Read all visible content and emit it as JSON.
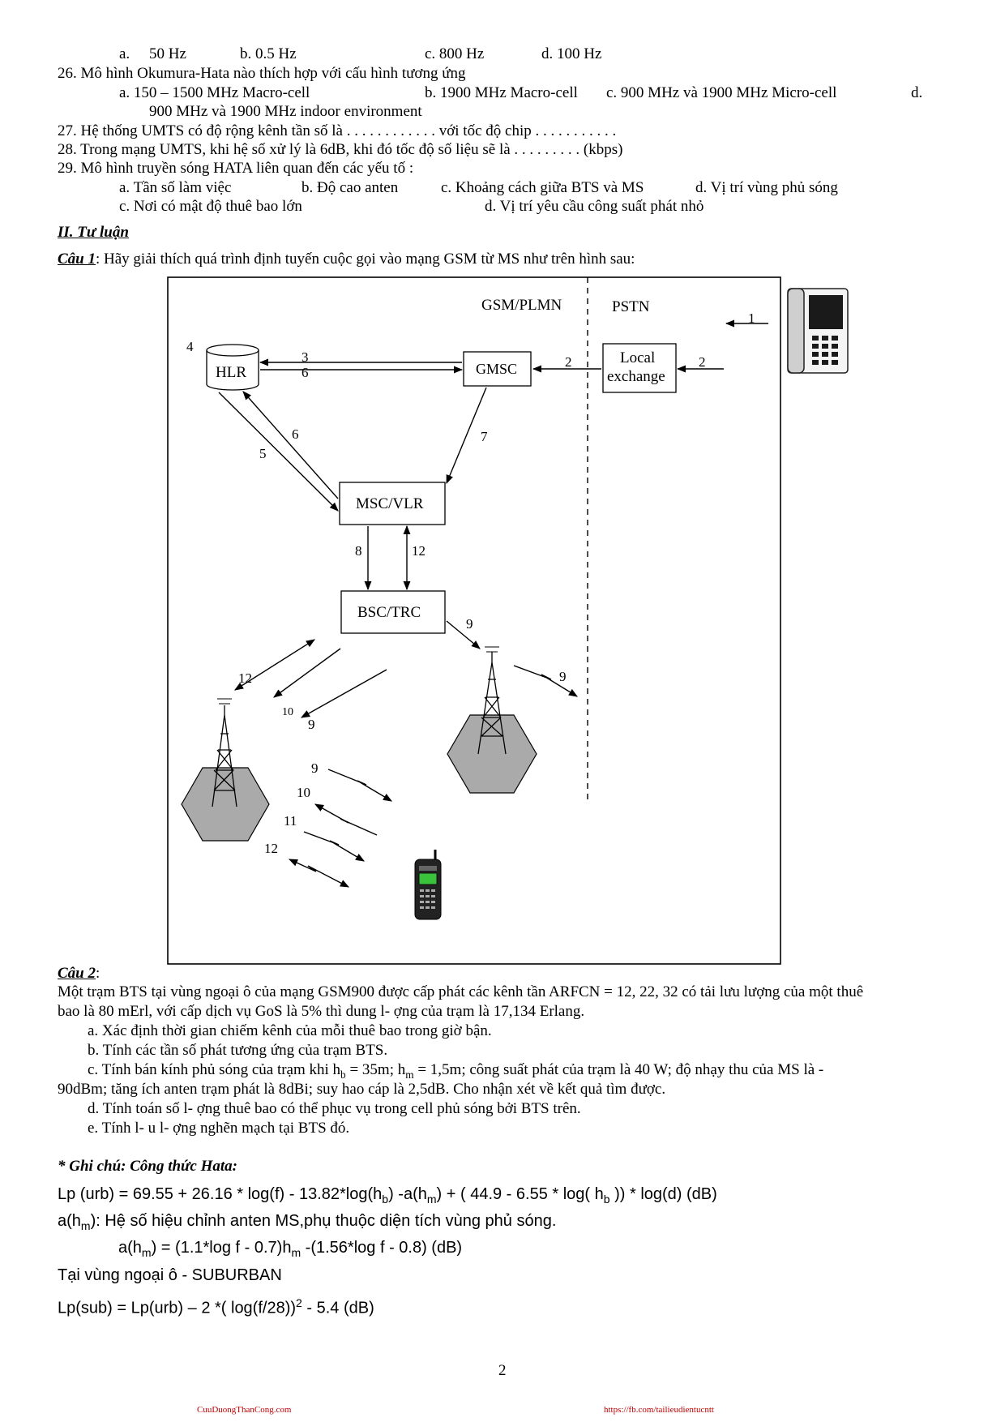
{
  "q25_options": [
    "a.",
    "50 Hz",
    "b. 0.5 Hz",
    "c. 800 Hz",
    "d. 100 Hz"
  ],
  "q26": {
    "title": "26.  Mô hình Okumura-Hata nào thích hợp với cấu hình tương ứng",
    "a": "a.     150 – 1500 MHz Macro-cell",
    "b": "b. 1900 MHz Macro-cell",
    "c": "c. 900 MHz và 1900 MHz Micro-cell",
    "d": "d.",
    "d_cont": "900 MHz và 1900 MHz indoor environment"
  },
  "q27": "27.  Hệ thống UMTS có độ rộng kênh tần số là . . . . . . . . . . . .  với tốc độ chip . . . . . . . . . . .",
  "q28": "28.  Trong mạng UMTS, khi hệ số xử lý là 6dB, khi đó tốc độ số liệu sẽ là . . . . . . . . . (kbps)",
  "q29": {
    "title": "29.  Mô hình truyền sóng HATA liên quan đến các yếu tố :",
    "a": "a. Tần số làm việc",
    "b": "b. Độ cao anten",
    "c": "c. Khoảng cách giữa BTS và MS",
    "d": "d. Vị trí vùng phủ sóng",
    "c2": "c. Nơi có mật độ thuê bao lớn",
    "d2": "d. Vị trí yêu cầu công suất phát nhỏ"
  },
  "section_title": "II. Tư luận",
  "cau1": {
    "label": "Câu 1",
    "text": ": Hãy giải thích quá trình định tuyến cuộc gọi vào mạng GSM từ MS như trên hình sau:"
  },
  "diagram": {
    "gsm_label": "GSM/PLMN",
    "pstn_label": "PSTN",
    "hlr": "HLR",
    "gmsc": "GMSC",
    "local1": "Local",
    "local2": "exchange",
    "msc": "MSC/VLR",
    "bsc": "BSC/TRC",
    "n1": "1",
    "n2": "2",
    "n3": "3",
    "n4": "4",
    "n5": "5",
    "n6": "6",
    "n7": "7",
    "n8": "8",
    "n9": "9",
    "n10": "10",
    "n11": "11",
    "n12": "12"
  },
  "cau2": {
    "label": "Câu 2",
    "colon": ":",
    "p1": "Một trạm BTS tại vùng ngoại ô của mạng GSM900 được cấp phát các kênh tần ARFCN = 12, 22, 32 có tải lưu lượng của một thuê",
    "p2": "bao là 80 mErl, với cấp dịch vụ GoS là 5% thì dung l- ợng của trạm là 17,134 Erlang.",
    "a": "a.   Xác định thời gian chiếm kênh của mỗi thuê bao trong giờ bận.",
    "b": "b.   Tính các tần số phát tương ứng của trạm BTS.",
    "c": "c.    Tính bán kính phủ sóng của trạm khi h",
    "c_b": "b",
    "c_mid": " = 35m; h",
    "c_m": "m",
    "c_end": " = 1,5m; công suất phát của trạm là 40 W; độ nhạy thu của MS là -",
    "c2": "90dBm; tăng ích anten trạm phát là 8dBi; suy hao cáp là 2,5dB. Cho nhận xét về kết quả tìm được.",
    "d": "d.    Tính toán số l- ợng thuê bao có thể phục vụ trong cell phủ sóng bởi BTS trên.",
    "e": "e.    Tính l- u l- ợng nghẽn mạch tại BTS đó."
  },
  "note_title": "* Ghi chú:  Công thức Hata:",
  "formulas": {
    "f1": "Lp (urb) =  69.55 + 26.16 * log(f) - 13.82*log(h",
    "f1_b": "b",
    "f1_b2": ") -a(h",
    "f1_m": "m",
    "f1_rest": ") + ( 44.9 - 6.55 * log( h",
    "f1_b3": "b",
    "f1_end": " )) * log(d)    (dB)",
    "f2a": "a(h",
    "f2_m": "m",
    "f2b": "):  Hệ số hiệu chỉnh anten MS,phụ thuộc diện tích vùng phủ sóng.",
    "f3a": "a(h",
    "f3_m": "m",
    "f3b": ")   =  (1.1*log f - 0.7)h",
    "f3_m2": "m",
    "f3c": " -(1.56*log f - 0.8)        (dB)",
    "f4": "Tại vùng ngoại ô - SUBURBAN",
    "f5": "Lp(sub) = Lp(urb) – 2 *( log(f/28))",
    "f5_sup": "2",
    "f5_end": " - 5.4                              (dB)"
  },
  "page_number": "2",
  "footer_left": "CuuDuongThanCong.com",
  "footer_right": "https://fb.com/tailieudientucntt"
}
